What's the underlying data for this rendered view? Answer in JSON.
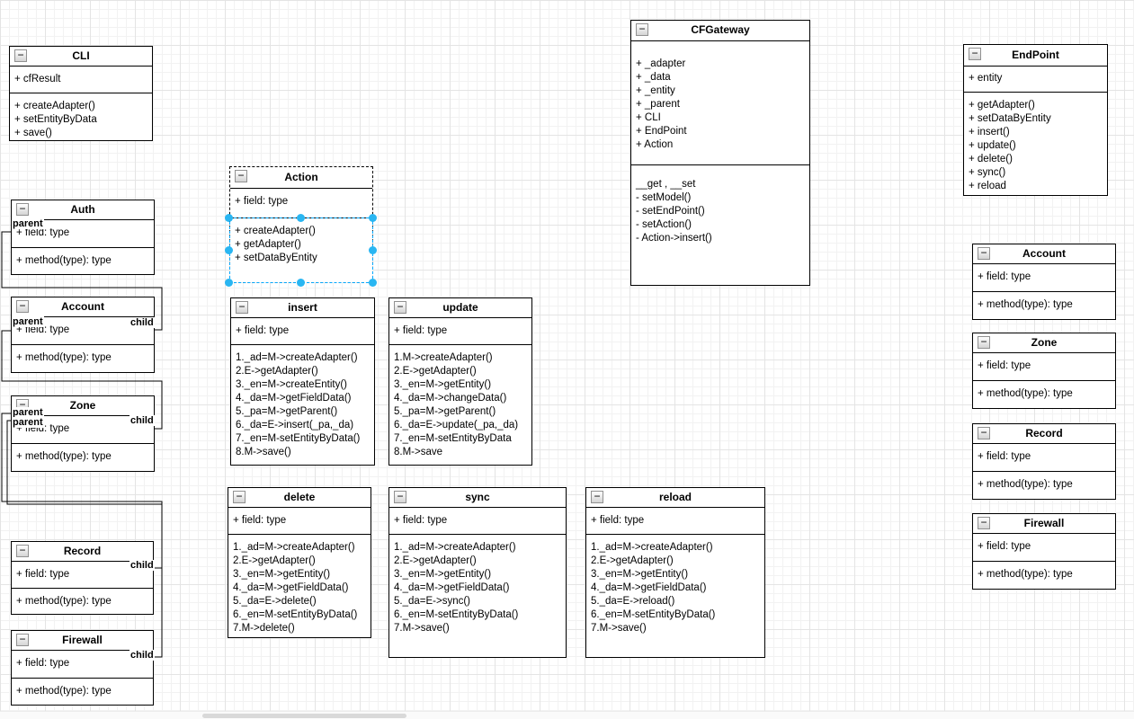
{
  "diagram_type": "uml-class-diagram",
  "icons": {
    "collapse_minus": "−"
  },
  "colors": {
    "selection_handle": "#29b6f2",
    "selection_outline": "#00a8ff",
    "box_border": "#000000",
    "canvas_background": "#ffffff",
    "grid_minor": "#f2f2f2",
    "grid_major": "#e4e4e4",
    "scrollbar_thumb": "#d9d9d9"
  },
  "classes": {
    "cli": {
      "title": "CLI",
      "fields": [
        "+ cfResult"
      ],
      "methods": [
        "+ createAdapter()",
        "+ setEntityByData",
        "+ save()"
      ]
    },
    "auth": {
      "title": "Auth",
      "fields": [
        "+ field: type"
      ],
      "methods": [
        "+ method(type): type"
      ]
    },
    "account_left": {
      "title": "Account",
      "fields": [
        "+ field: type"
      ],
      "methods": [
        "+ method(type): type"
      ]
    },
    "zone_left": {
      "title": "Zone",
      "fields": [
        "+ field: type"
      ],
      "methods": [
        "+ method(type): type"
      ]
    },
    "record_left": {
      "title": "Record",
      "fields": [
        "+ field: type"
      ],
      "methods": [
        "+ method(type): type"
      ]
    },
    "firewall_left": {
      "title": "Firewall",
      "fields": [
        "+ field: type"
      ],
      "methods": [
        "+ method(type): type"
      ]
    },
    "action": {
      "title": "Action",
      "fields": [
        "+ field: type"
      ],
      "methods": [
        "+ createAdapter()",
        "+ getAdapter()",
        "+ setDataByEntity"
      ]
    },
    "insert": {
      "title": "insert",
      "fields": [
        "+ field: type"
      ],
      "methods": [
        "1._ad=M->createAdapter()",
        "2.E->getAdapter()",
        "3._en=M->createEntity()",
        "4._da=M->getFieldData()",
        "5._pa=M->getParent()",
        "6._da=E->insert(_pa,_da)",
        "7._en=M-setEntityByData()",
        "8.M->save()"
      ]
    },
    "update": {
      "title": "update",
      "fields": [
        "+ field: type"
      ],
      "methods": [
        "1.M->createAdapter()",
        "2.E->getAdapter()",
        "3._en=M->getEntity()",
        "4._da=M->changeData()",
        "5._pa=M->getParent()",
        "6._da=E->update(_pa,_da)",
        "7._en=M-setEntityByData",
        "8.M->save"
      ]
    },
    "delete": {
      "title": "delete",
      "fields": [
        "+ field: type"
      ],
      "methods": [
        "1._ad=M->createAdapter()",
        "2.E->getAdapter()",
        "3._en=M->getEntity()",
        "4._da=M->getFieldData()",
        "5._da=E->delete()",
        "6._en=M-setEntityByData()",
        "7.M->delete()"
      ]
    },
    "sync": {
      "title": "sync",
      "fields": [
        "+ field: type"
      ],
      "methods": [
        "1._ad=M->createAdapter()",
        "2.E->getAdapter()",
        "3._en=M->getEntity()",
        "4._da=M->getFieldData()",
        "5._da=E->sync()",
        "6._en=M-setEntityByData()",
        "7.M->save()"
      ]
    },
    "reload": {
      "title": "reload",
      "fields": [
        "+ field: type"
      ],
      "methods": [
        "1._ad=M->createAdapter()",
        "2.E->getAdapter()",
        "3._en=M->getEntity()",
        "4._da=M->getFieldData()",
        "5._da=E->reload()",
        "6._en=M-setEntityByData()",
        "7.M->save()"
      ]
    },
    "cfgateway": {
      "title": "CFGateway",
      "fields": [
        "+ _adapter",
        "+ _data",
        "+ _entity",
        "+ _parent",
        "+ CLI",
        "+ EndPoint",
        "+ Action"
      ],
      "methods": [
        "__get , __set",
        "- setModel()",
        "- setEndPoint()",
        "- setAction()",
        "- Action->insert()"
      ]
    },
    "endpoint": {
      "title": "EndPoint",
      "fields": [
        "+  entity"
      ],
      "methods": [
        "+ getAdapter()",
        "+ setDataByEntity",
        "+ insert()",
        "+ update()",
        "+ delete()",
        "+ sync()",
        "+ reload"
      ]
    },
    "account_right": {
      "title": "Account",
      "fields": [
        "+ field: type"
      ],
      "methods": [
        "+ method(type): type"
      ]
    },
    "zone_right": {
      "title": "Zone",
      "fields": [
        "+ field: type"
      ],
      "methods": [
        "+ method(type): type"
      ]
    },
    "record_right": {
      "title": "Record",
      "fields": [
        "+ field: type"
      ],
      "methods": [
        "+ method(type): type"
      ]
    },
    "firewall_right": {
      "title": "Firewall",
      "fields": [
        "+ field: type"
      ],
      "methods": [
        "+ method(type): type"
      ]
    }
  },
  "edge_labels": {
    "auth_parent": "parent",
    "account_parent": "parent",
    "account_child": "child",
    "zone_parent_1": "parent",
    "zone_parent_2": "parent",
    "zone_child": "child",
    "record_child": "child",
    "firewall_child": "child"
  }
}
